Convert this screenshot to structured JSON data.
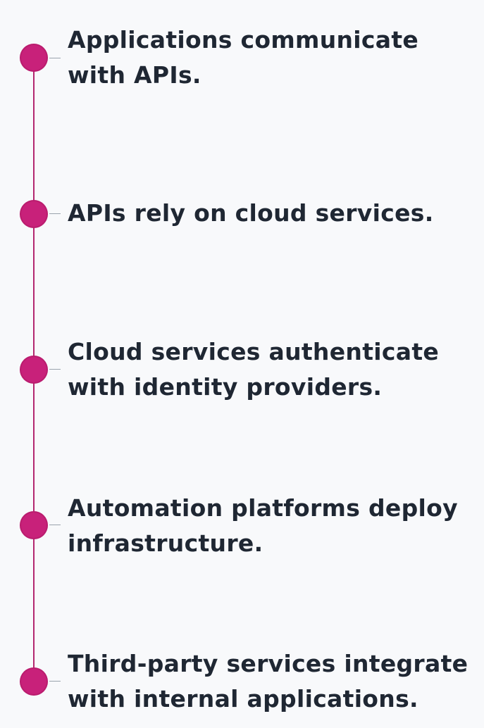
{
  "timeline": {
    "accent_color": "#c8217a",
    "line_color": "#b3286f",
    "text_color": "#1f2733",
    "items": [
      {
        "text": "Applications communicate with APIs."
      },
      {
        "text": "APIs rely on cloud services."
      },
      {
        "text": "Cloud services authenticate with identity providers."
      },
      {
        "text": "Automation platforms deploy infrastructure."
      },
      {
        "text": "Third-party services integrate with internal applications."
      }
    ]
  }
}
